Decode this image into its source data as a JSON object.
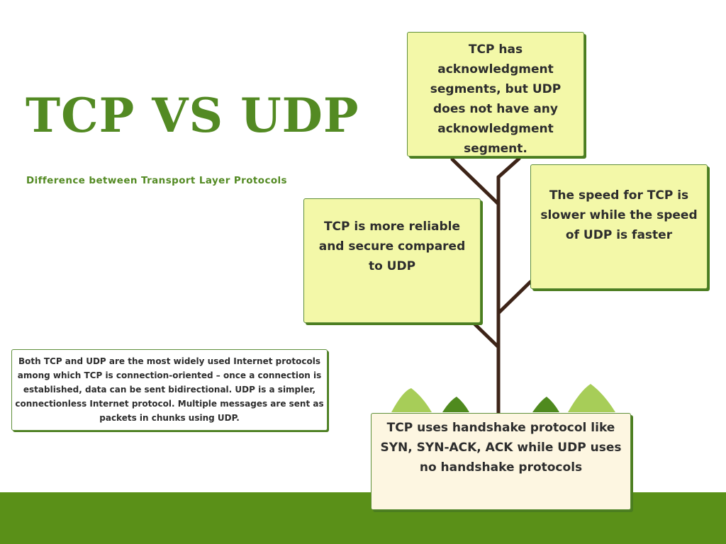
{
  "title": "TCP VS UDP",
  "subtitle": "Difference between Transport Layer Protocols",
  "cards": {
    "top": "TCP has acknowledgment segments, but UDP does not have any acknowledgment segment.",
    "left": "TCP is more reliable and secure compared to UDP",
    "right": "The speed for TCP is slower while the speed of UDP is faster",
    "bottom": "TCP uses handshake protocol like SYN, SYN-ACK, ACK while UDP uses no handshake protocols",
    "info": "Both TCP and UDP are the most widely used Internet protocols among which TCP is connection-oriented – once a connection is established, data can be sent bidirectional. UDP is a simpler, connectionless Internet protocol. Multiple messages are sent as packets in chunks using UDP."
  },
  "colors": {
    "title_green": "#538a23",
    "ground_green": "#5a9018",
    "trunk_brown": "#3d2418",
    "leaf_card_fill": "#f3f8a8",
    "base_card_fill": "#fdf6e1",
    "light_leaf": "#a7cd58",
    "dark_leaf": "#4f8a1e"
  }
}
